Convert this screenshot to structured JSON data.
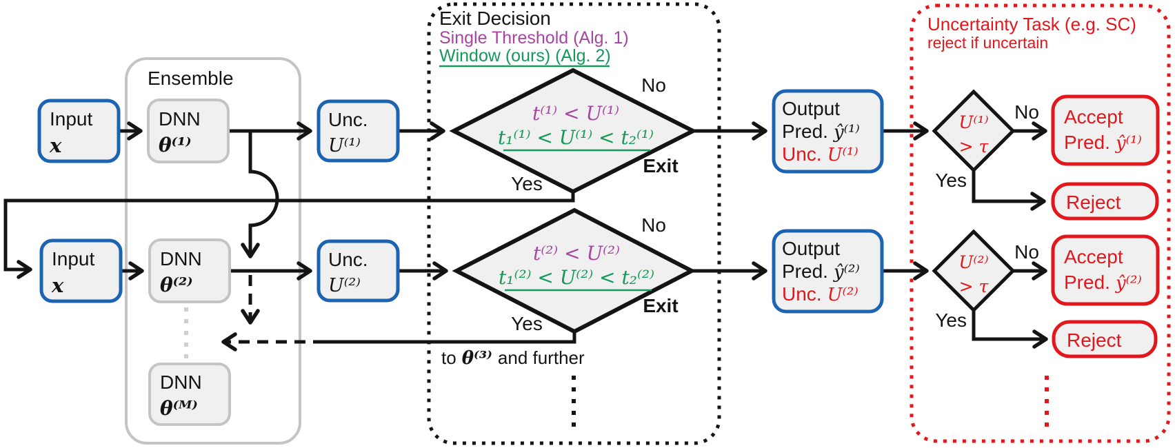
{
  "figure": {
    "colors": {
      "blue": "#1c63b2",
      "red": "#e3161b",
      "purple": "#a845a3",
      "green": "#15995a",
      "box_fill": "#f0f0f0",
      "gray_border": "#c4c4c4",
      "line_black": "#141414"
    },
    "ensemble": {
      "label": "Ensemble",
      "dnn_m": {
        "label": "DNN",
        "var": "θ⁽ᴹ⁾"
      }
    },
    "exit_box": {
      "title": "Exit Decision",
      "single": "Single Threshold (Alg. 1)",
      "window": "Window (ours) (Alg. 2)"
    },
    "uncertainty_box": {
      "title": "Uncertainty Task (e.g. SC)",
      "subtitle": "reject if uncertain"
    },
    "note": {
      "pre": "to",
      "var": "θ⁽³⁾",
      "post": "and further"
    },
    "labels": {
      "no": "No",
      "yes": "Yes",
      "exit": "Exit"
    },
    "rows": [
      {
        "input": {
          "label": "Input",
          "var": "x"
        },
        "dnn": {
          "label": "DNN",
          "var": "θ⁽¹⁾"
        },
        "unc": {
          "label": "Unc.",
          "var": "U⁽¹⁾"
        },
        "decision": {
          "single": "t⁽¹⁾ < U⁽¹⁾",
          "window": "t₁⁽¹⁾ < U⁽¹⁾ < t₂⁽¹⁾"
        },
        "output": {
          "title": "Output",
          "pred_label": "Pred.",
          "pred_var": "ŷ⁽¹⁾",
          "unc_label": "Unc.",
          "unc_var": "U⁽¹⁾"
        },
        "tau": {
          "cond_var": "U⁽¹⁾",
          "cond_cmp": "> τ"
        },
        "accept": {
          "title": "Accept",
          "pred_label": "Pred.",
          "pred_var": "ŷ⁽¹⁾"
        },
        "reject": {
          "label": "Reject"
        }
      },
      {
        "input": {
          "label": "Input",
          "var": "x"
        },
        "dnn": {
          "label": "DNN",
          "var": "θ⁽²⁾"
        },
        "unc": {
          "label": "Unc.",
          "var": "U⁽²⁾"
        },
        "decision": {
          "single": "t⁽²⁾ < U⁽²⁾",
          "window": "t₁⁽²⁾ < U⁽²⁾ < t₂⁽²⁾"
        },
        "output": {
          "title": "Output",
          "pred_label": "Pred.",
          "pred_var": "ŷ⁽²⁾",
          "unc_label": "Unc.",
          "unc_var": "U⁽²⁾"
        },
        "tau": {
          "cond_var": "U⁽²⁾",
          "cond_cmp": "> τ"
        },
        "accept": {
          "title": "Accept",
          "pred_label": "Pred.",
          "pred_var": "ŷ⁽²⁾"
        },
        "reject": {
          "label": "Reject"
        }
      }
    ]
  }
}
